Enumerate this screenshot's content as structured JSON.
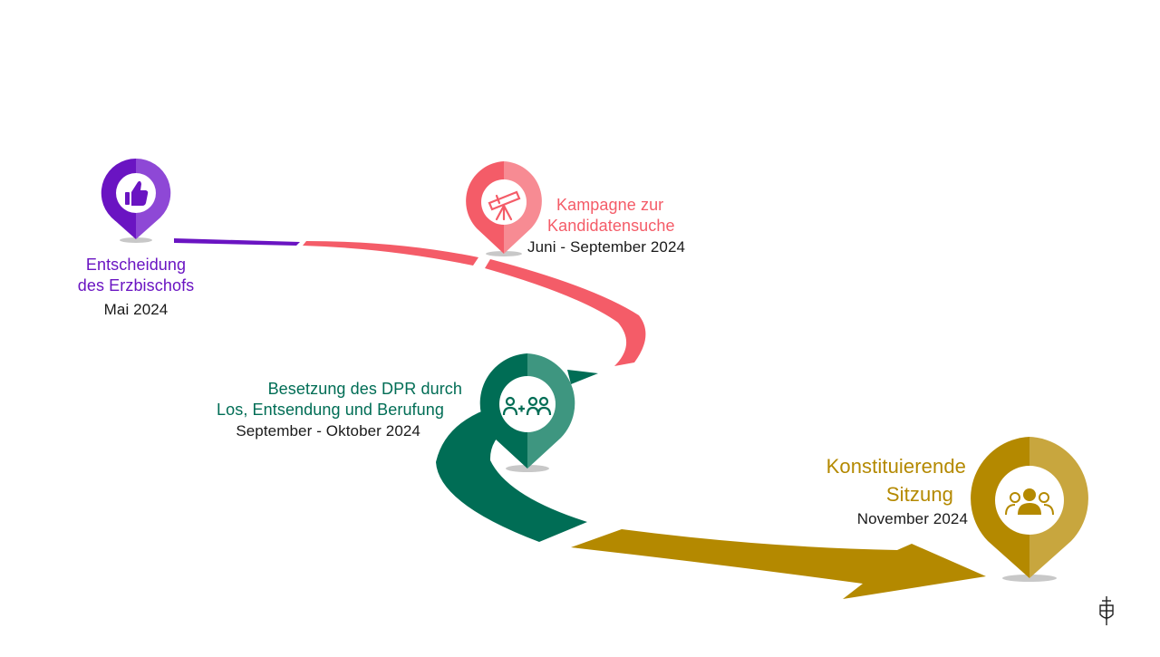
{
  "colors": {
    "purple": "#6a14c2",
    "purple_light": "#8e48d6",
    "coral": "#f45c68",
    "coral_light": "#f78b93",
    "green": "#006d55",
    "green_light": "#3e9680",
    "gold": "#b48900",
    "gold_light": "#c8a63e",
    "shadow": "#c8c8c8",
    "text_dark": "#1a1a1a"
  },
  "milestones": [
    {
      "icon": "thumbs-up-icon",
      "title_lines": [
        "Entscheidung",
        "des Erzbischofs"
      ],
      "date": "Mai 2024"
    },
    {
      "icon": "telescope-icon",
      "title_lines": [
        "Kampagne zur",
        "Kandidatensuche"
      ],
      "date": "Juni - September 2024"
    },
    {
      "icon": "people-plus-icon",
      "title_lines": [
        "Besetzung des DPR durch",
        "Los, Entsendung und Berufung"
      ],
      "date": "September - Oktober 2024"
    },
    {
      "icon": "group-icon",
      "title_lines": [
        "Konstituierende",
        "Sitzung"
      ],
      "date": "November 2024"
    }
  ],
  "logo": {
    "icon": "diocese-cross-shield-icon"
  }
}
